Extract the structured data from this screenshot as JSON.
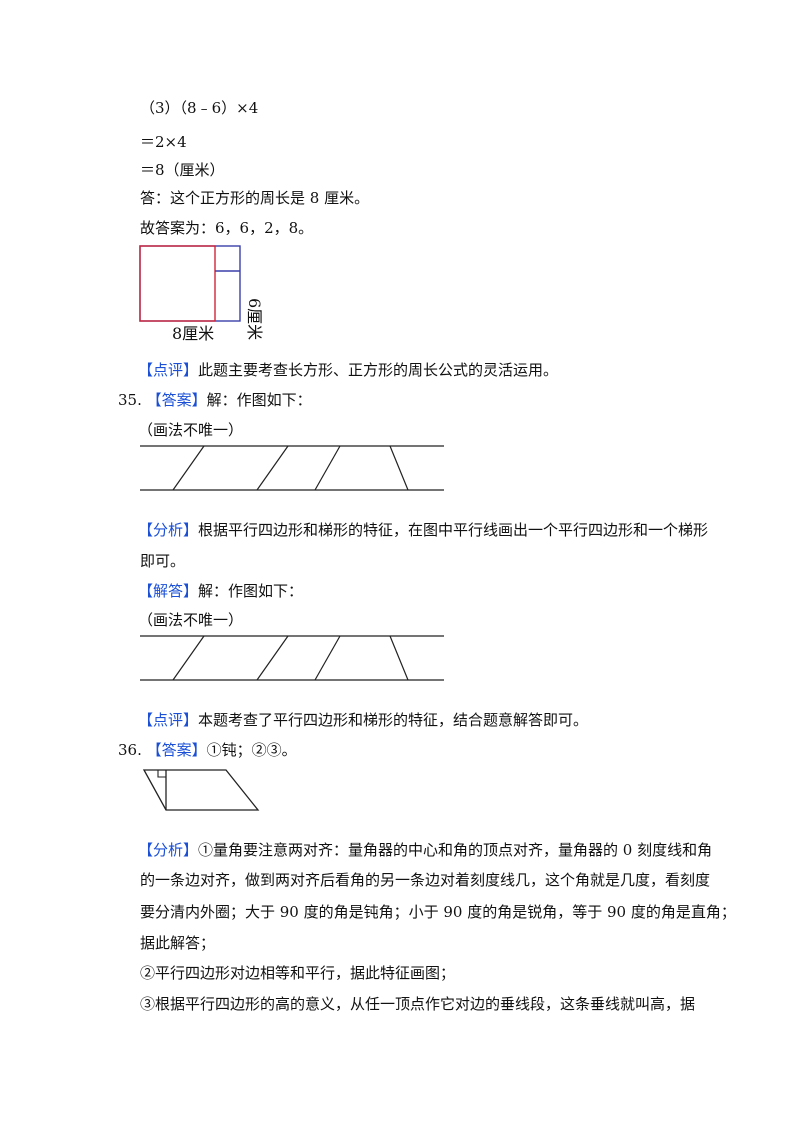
{
  "q34": {
    "step3": "（3）（8﹣6）×4",
    "calc1": "＝2×4",
    "calc2": "＝8（厘米）",
    "answer": "答：这个正方形的周长是 8 厘米。",
    "final": "故答案为：6，6，2，8。",
    "figure_width_label": "8厘米",
    "figure_height_label": "6厘米",
    "comment_tag": "【点评】",
    "comment_text": "此题主要考查长方形、正方形的周长公式的灵活运用。"
  },
  "q35": {
    "number": "35.",
    "answer_tag": "【答案】",
    "answer_text": "解：作图如下：",
    "note1": "（画法不唯一）",
    "analysis_tag": "【分析】",
    "analysis_line1": "根据平行四边形和梯形的特征，在图中平行线画出一个平行四边形和一个梯形",
    "analysis_line2": "即可。",
    "solution_tag": "【解答】",
    "solution_text": "解：作图如下：",
    "note2": "（画法不唯一）",
    "comment_tag": "【点评】",
    "comment_text": "本题考查了平行四边形和梯形的特征，结合题意解答即可。"
  },
  "q36": {
    "number": "36.",
    "answer_tag": "【答案】",
    "answer_text": "①钝；②③。",
    "analysis_tag": "【分析】",
    "analysis_line1": "①量角要注意两对齐：量角器的中心和角的顶点对齐，量角器的 0 刻度线和角",
    "analysis_line2": "的一条边对齐，做到两对齐后看角的另一条边对着刻度线几，这个角就是几度，看刻度",
    "analysis_line3": "要分清内外圈；大于 90 度的角是钝角；小于 90 度的角是锐角，等于 90 度的角是直角；",
    "analysis_line4": "据此解答；",
    "point2": "②平行四边形对边相等和平行，据此特征画图；",
    "point3": "③根据平行四边形的高的意义，从任一顶点作它对边的垂线段，这条垂线就叫高，据"
  },
  "colors": {
    "tag": "#1a4fd6",
    "figure_red": "#d0263a",
    "figure_blue": "#3a3fa8"
  }
}
